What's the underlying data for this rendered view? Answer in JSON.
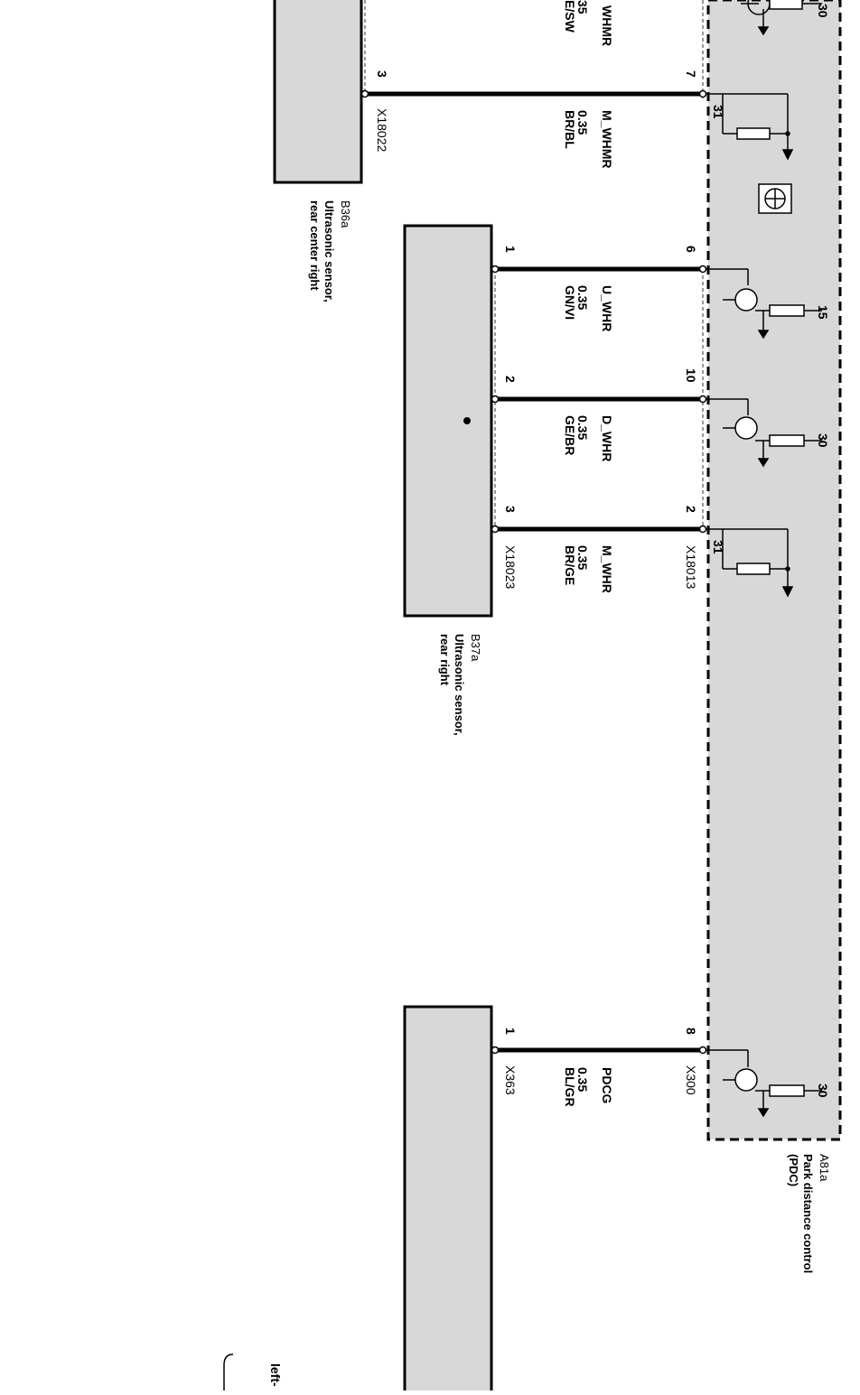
{
  "control_unit": {
    "id": "A81a",
    "name_lines": [
      "Park distance control",
      "(PDC)"
    ],
    "ground_symbol_label": "ground-symbol"
  },
  "sensor_b36a": {
    "id": "B36a",
    "name_lines": [
      "Ultrasonic sensor,",
      "rear center right"
    ],
    "connector": "X18022"
  },
  "sensor_b37a": {
    "id": "B37a",
    "name_lines": [
      "Ultrasonic sensor,",
      "rear right"
    ],
    "connector": "X18023",
    "pdc_connector": "X18013"
  },
  "bottom_component": {
    "connector": "X363",
    "pdc_connector": "X300"
  },
  "wires": [
    {
      "signal": "M_WHMR",
      "gauge": "0.35",
      "color": "BR/BL",
      "pin_left": "3",
      "pin_right": "7"
    },
    {
      "signal": "U_WHR",
      "gauge": "0.35",
      "color": "GN/VI",
      "pin_left": "1",
      "pin_right": "6"
    },
    {
      "signal": "D_WHR",
      "gauge": "0.35",
      "color": "GE/BR",
      "pin_left": "2",
      "pin_right": "10"
    },
    {
      "signal": "M_WHR",
      "gauge": "0.35",
      "color": "BR/GE",
      "pin_left": "3",
      "pin_right": "2"
    },
    {
      "signal": "PDCG",
      "gauge": "0.35",
      "color": "BL/GR",
      "pin_left": "1",
      "pin_right": "8"
    }
  ],
  "top_partial_wire": {
    "signal": "WHMR",
    "gauge": "35",
    "color": "E/SW"
  },
  "supply_labels": {
    "top": "30",
    "u_whr": "15",
    "d_whr": "30",
    "pdcg": "30",
    "gnd_a": "31",
    "gnd_b": "31"
  },
  "footer_fragment": "left-"
}
